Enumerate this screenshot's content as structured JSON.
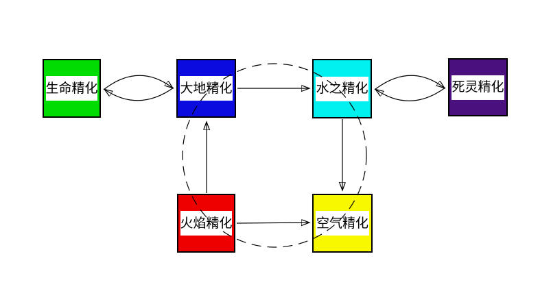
{
  "colors": {
    "background": "#ffffff",
    "line": "#000000",
    "label_bg": "#ffffff",
    "label_text": "#000000"
  },
  "nodes": {
    "life": {
      "label": "生命精化",
      "color": "#00dd00"
    },
    "earth": {
      "label": "大地精化",
      "color": "#0b0be0"
    },
    "water": {
      "label": "水之精化",
      "color": "#00efef"
    },
    "undead": {
      "label": "死灵精化",
      "color": "#4a107e"
    },
    "fire": {
      "label": "火焰精化",
      "color": "#ef0000"
    },
    "air": {
      "label": "空气精化",
      "color": "#f8f800"
    }
  },
  "edges": [
    {
      "from": "life",
      "to": "earth",
      "type": "double-curved-arrow",
      "direction": "bidirectional"
    },
    {
      "from": "water",
      "to": "undead",
      "type": "double-curved-arrow",
      "direction": "bidirectional"
    },
    {
      "from": "earth",
      "to": "water",
      "type": "straight-arrow",
      "direction": "one-way"
    },
    {
      "from": "water",
      "to": "air",
      "type": "straight-arrow",
      "direction": "one-way"
    },
    {
      "from": "fire",
      "to": "earth",
      "type": "straight-arrow",
      "direction": "one-way"
    },
    {
      "from": "fire",
      "to": "air",
      "type": "straight-arrow",
      "direction": "one-way"
    },
    {
      "type": "dashed-circle",
      "through": [
        "earth",
        "water",
        "air",
        "fire"
      ]
    }
  ]
}
